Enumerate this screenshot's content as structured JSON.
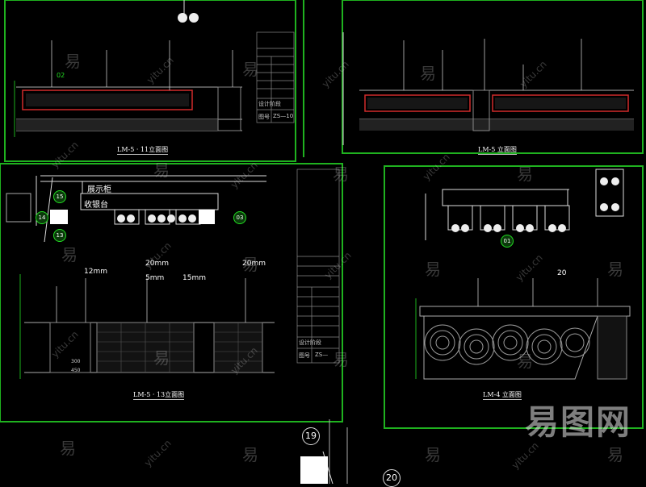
{
  "watermark": {
    "brand_cn": "易",
    "brand_lat": "yitu.cn",
    "logo_text": "易图网"
  },
  "drawings": {
    "top_left": {
      "caption": "LM-5 · 11立面图"
    },
    "top_right": {
      "caption": "LM-5 立面图"
    },
    "middle_left": {
      "caption": "LM-5 · 13立面图",
      "room_label_1": "展示柜",
      "room_label_2": "收银台",
      "note_1": "12mm",
      "note_2": "20mm",
      "note_3": "20mm",
      "note_4": "5mm",
      "note_5": "15mm",
      "dim_1": "300",
      "dim_2": "450"
    },
    "right": {
      "caption": "LM-4 立面图",
      "note_1": "20"
    }
  },
  "detail_bubbles": [
    "02",
    "15",
    "14",
    "13",
    "03",
    "01",
    "19",
    "20"
  ],
  "title_block": {
    "drawing_no_label": "图号",
    "drawing_no_1": "ZS—10",
    "drawing_no_2": "ZS—",
    "design_label": "设计阶段"
  },
  "colors": {
    "frame": "#1fb21f",
    "accent_red": "#d12b2b",
    "dim_green": "#22dd22",
    "background": "#000000"
  }
}
